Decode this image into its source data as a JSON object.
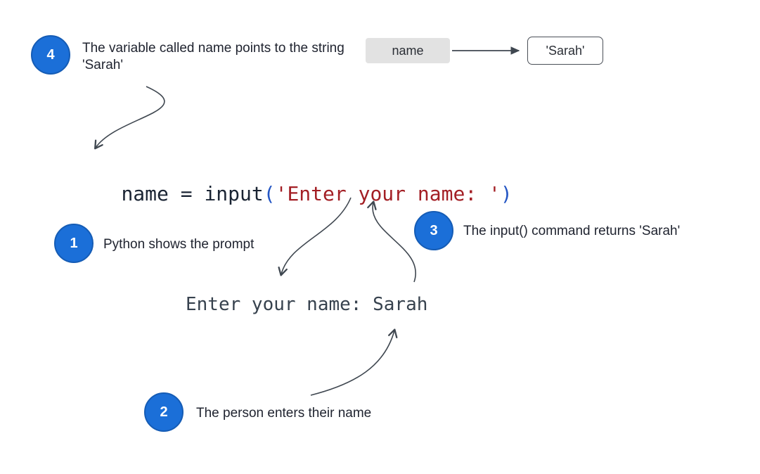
{
  "annotations": {
    "step1": {
      "number": "1",
      "text": "Python shows the prompt"
    },
    "step2": {
      "number": "2",
      "text": "The person enters their name"
    },
    "step3": {
      "number": "3",
      "text": "The input() command returns 'Sarah'"
    },
    "step4": {
      "number": "4",
      "text": "The variable called name points to the string 'Sarah'"
    }
  },
  "memory_model": {
    "variable": "name",
    "value": "'Sarah'"
  },
  "code_line": {
    "prefix": "name = input",
    "open_paren": "(",
    "string_arg": "'Enter your name: '",
    "close_paren": ")"
  },
  "console_output": "Enter your name: Sarah",
  "colors": {
    "step_circle_fill": "#1b6fd8",
    "step_circle_border": "#155cb5",
    "code_text": "#1a2433",
    "code_paren": "#2456c4",
    "code_string": "#a31f25",
    "console_text": "#37424e",
    "arrow": "#3f4750",
    "variable_box_bg": "#e2e2e2"
  }
}
